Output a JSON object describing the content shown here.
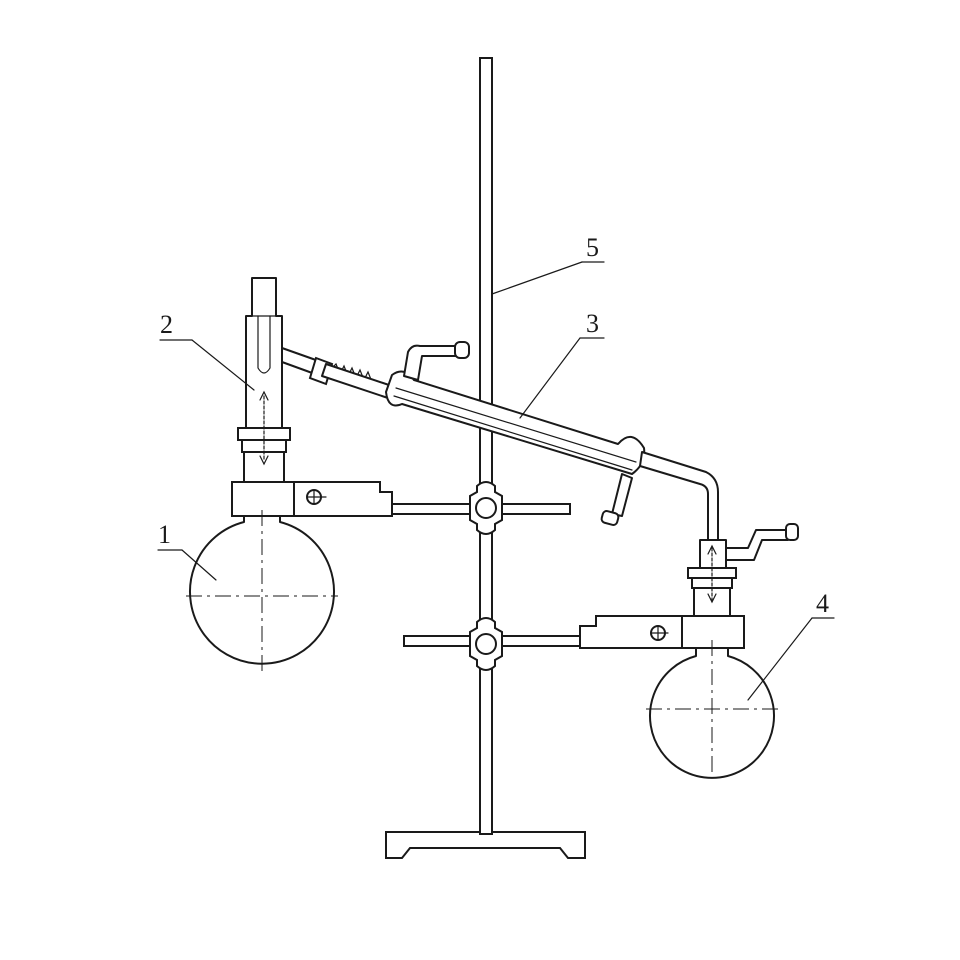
{
  "figure": {
    "labels": [
      {
        "id": "flask-left",
        "text": "1"
      },
      {
        "id": "distilling-head",
        "text": "2"
      },
      {
        "id": "condenser",
        "text": "3"
      },
      {
        "id": "receiving-flask",
        "text": "4"
      },
      {
        "id": "stand-rod",
        "text": "5"
      }
    ]
  }
}
